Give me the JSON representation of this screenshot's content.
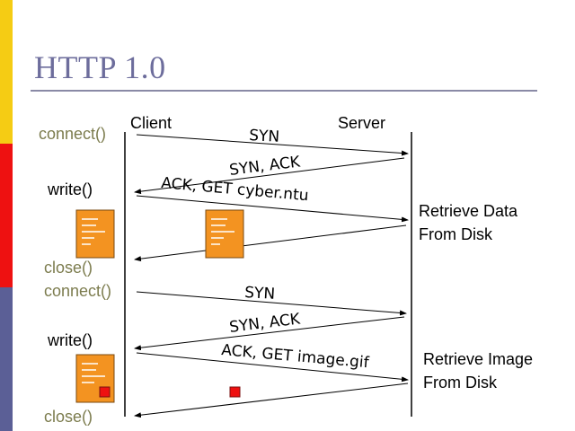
{
  "title": "HTTP 1.0",
  "actors": {
    "client": "Client",
    "server": "Server"
  },
  "client_calls": [
    "connect()",
    "write()",
    "close()",
    "connect()",
    "write()",
    "close()"
  ],
  "messages": [
    "SYN",
    "SYN, ACK",
    "ACK, GET cyber.ntu",
    "SYN",
    "SYN, ACK",
    "ACK, GET image.gif"
  ],
  "server_notes": [
    {
      "line1": "Retrieve Data",
      "line2": "From Disk"
    },
    {
      "line1": "Retrieve Image",
      "line2": "From Disk"
    }
  ],
  "icons": [
    "document-icon",
    "image-icon"
  ],
  "colors": {
    "title": "#6d6d9c",
    "call_text": "#7c7c4e",
    "document": "#f39321",
    "image_marker": "#ee1111"
  }
}
